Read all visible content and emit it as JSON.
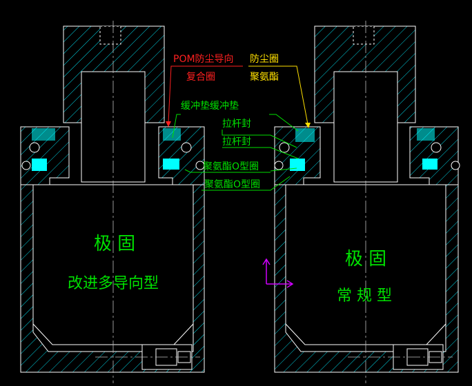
{
  "labels": {
    "pom_guide": "POM防尘导向",
    "composite_ring": "复合圈",
    "dust_ring": "防尘圈",
    "polyurethane": "聚氨酯",
    "buffer_pad": "缓冲垫缓冲垫",
    "rod_seal_1": "拉杆封",
    "rod_seal_2": "拉杆封",
    "pu_oring_1": "聚氨酯O型圈",
    "pu_oring_2": "聚氨酯O型圈"
  },
  "left_body": {
    "title": "极 固",
    "subtitle": "改进多导向型"
  },
  "right_body": {
    "title": "极 固",
    "subtitle": "常 规 型"
  },
  "colors": {
    "background": "#000000",
    "hatch": "#00d8e8",
    "outline": "#ffffff",
    "green": "#00e000",
    "red": "#ff2020",
    "yellow": "#ffe000",
    "seal": "#00ffff",
    "axis": "#c0c0c0",
    "ucs": "#d000ff"
  }
}
